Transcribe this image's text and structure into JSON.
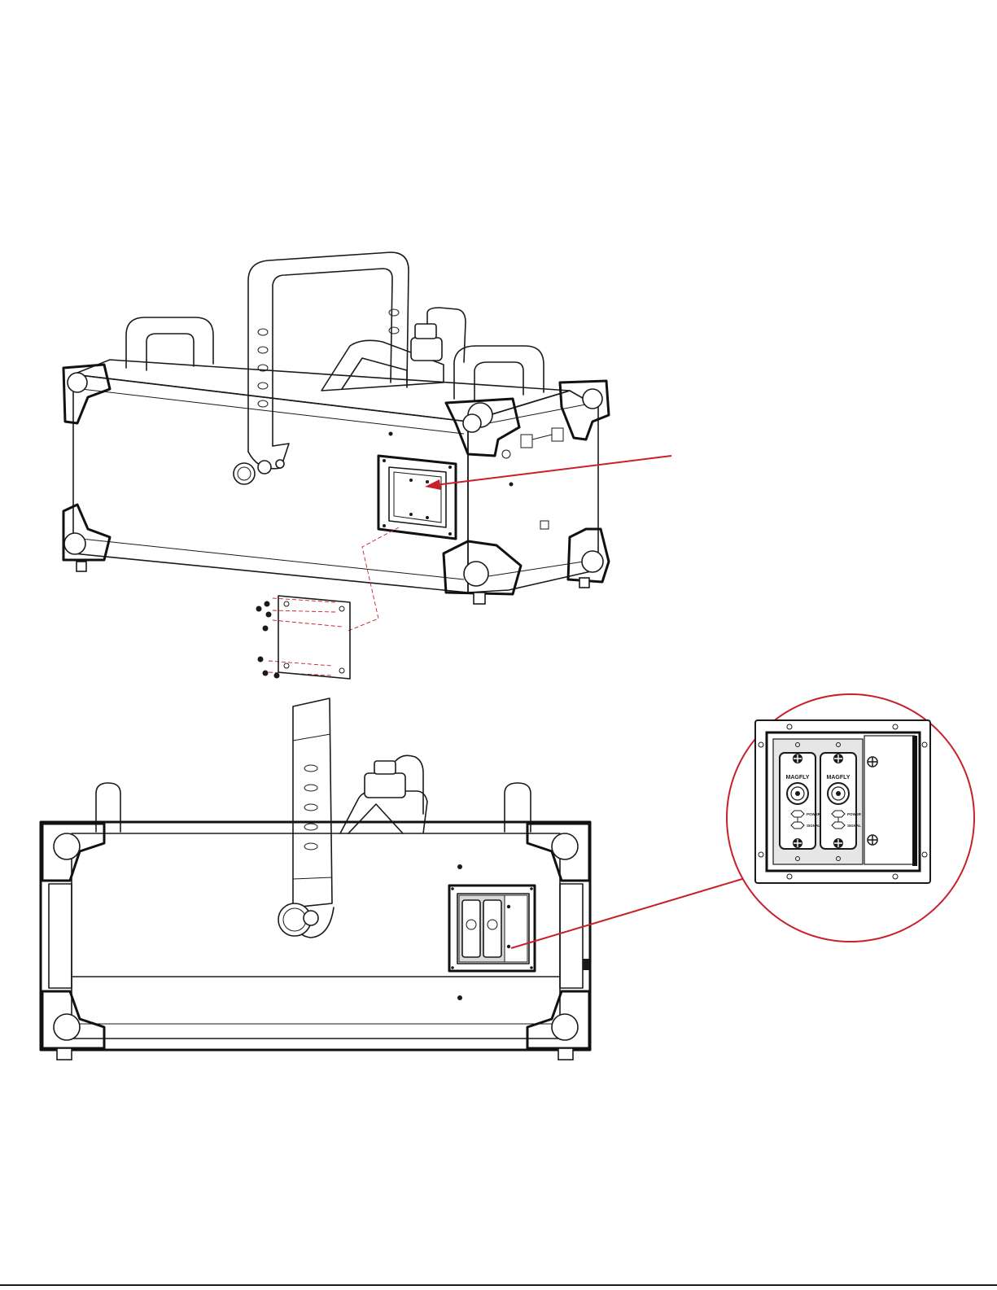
{
  "colors": {
    "line": "#1a1a1a",
    "callout": "#c8202a",
    "background": "#ffffff"
  },
  "zoom_panel": {
    "connectors": [
      {
        "brand": "MAGFLY",
        "power": "POWER",
        "signal": "SIGNAL"
      },
      {
        "brand": "MAGFLY",
        "power": "POWER",
        "signal": "SIGNAL"
      }
    ]
  },
  "icons": [
    "screw-icon",
    "arrow-icon",
    "connector-icon"
  ]
}
